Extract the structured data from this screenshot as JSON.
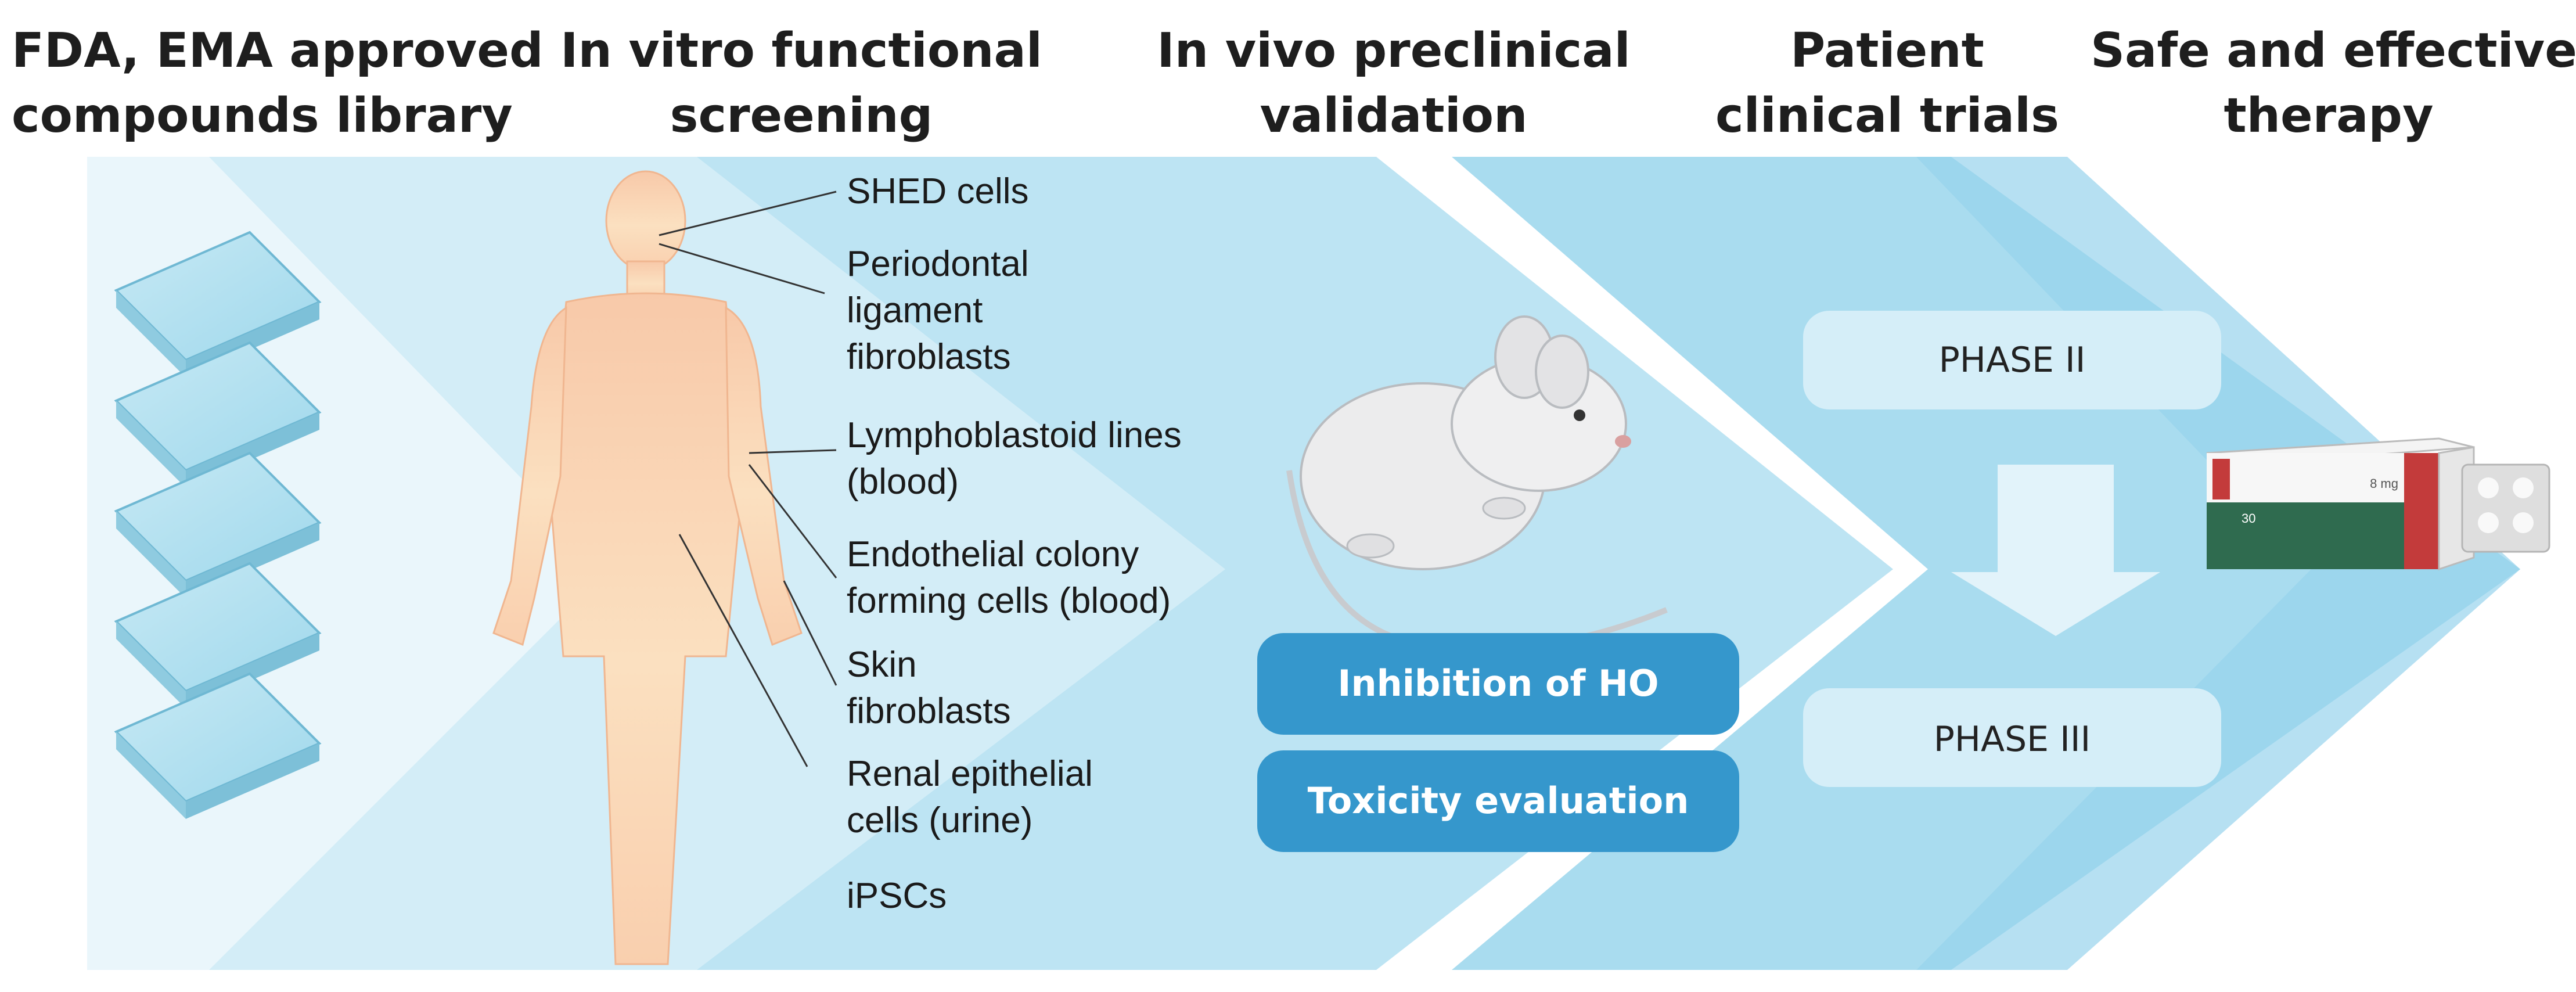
{
  "headers": [
    {
      "line1": "FDA, EMA approved",
      "line2": "compounds library"
    },
    {
      "line1": "In vitro functional",
      "line2": "screening"
    },
    {
      "line1": "In vivo preclinical",
      "line2": "validation"
    },
    {
      "line1": "Patient",
      "line2": "clinical trials"
    },
    {
      "line1": "Safe and effective",
      "line2": "therapy"
    }
  ],
  "cell_sources": [
    {
      "lines": [
        "SHED cells"
      ]
    },
    {
      "lines": [
        "Periodontal",
        "ligament",
        "fibroblasts"
      ]
    },
    {
      "lines": [
        "Lymphoblastoid lines",
        "(blood)"
      ]
    },
    {
      "lines": [
        "Endothelial colony",
        "forming cells (blood)"
      ]
    },
    {
      "lines": [
        "Skin",
        "fibroblasts"
      ]
    },
    {
      "lines": [
        "Renal epithelial",
        "cells (urine)"
      ]
    },
    {
      "lines": [
        "iPSCs"
      ]
    }
  ],
  "preclinical": {
    "inhibition": "Inhibition of HO",
    "toxicity": "Toxicity evaluation"
  },
  "clinical": {
    "phase2": "PHASE II",
    "phase3": "PHASE III"
  },
  "pill_box": {
    "dose": "8 mg",
    "count": "30"
  },
  "colors": {
    "band1": "#eaf6fb",
    "band2": "#d3edf7",
    "band3": "#bde4f3",
    "band4": "#a9dcef",
    "band5": "#97d3ec",
    "pill_blue": "#3597cc",
    "phase_box": "#d5eef8",
    "skin": "#f9d4b6"
  }
}
